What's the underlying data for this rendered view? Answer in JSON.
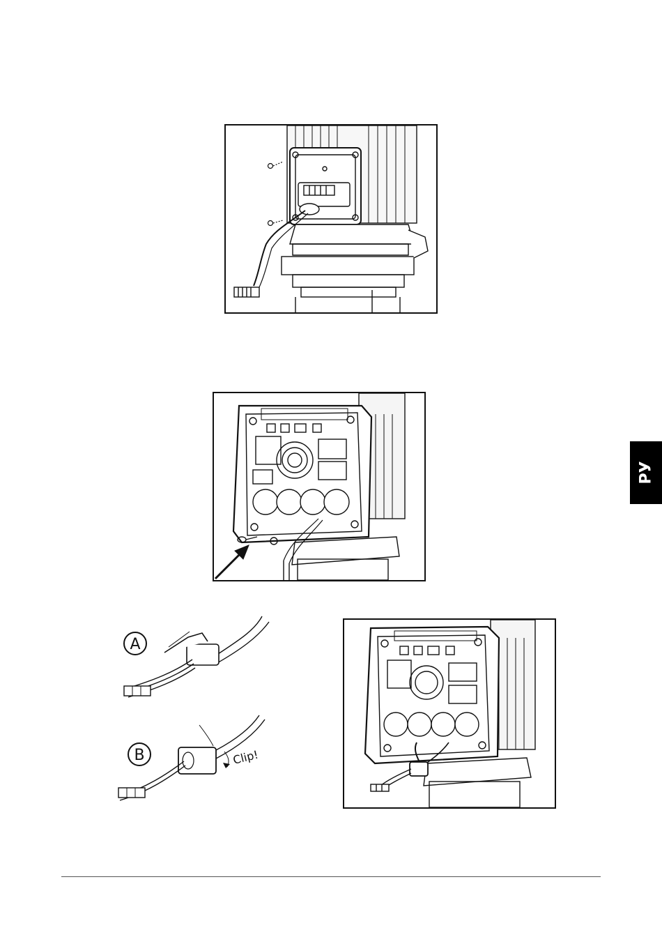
{
  "side_tab": {
    "label": "РУ"
  },
  "figure_3": {
    "step_a_label": "A",
    "step_b_label": "B",
    "clip_text": "Clip!"
  },
  "colors": {
    "ink": "#111111",
    "tab_background": "#000000",
    "tab_text": "#ffffff"
  }
}
